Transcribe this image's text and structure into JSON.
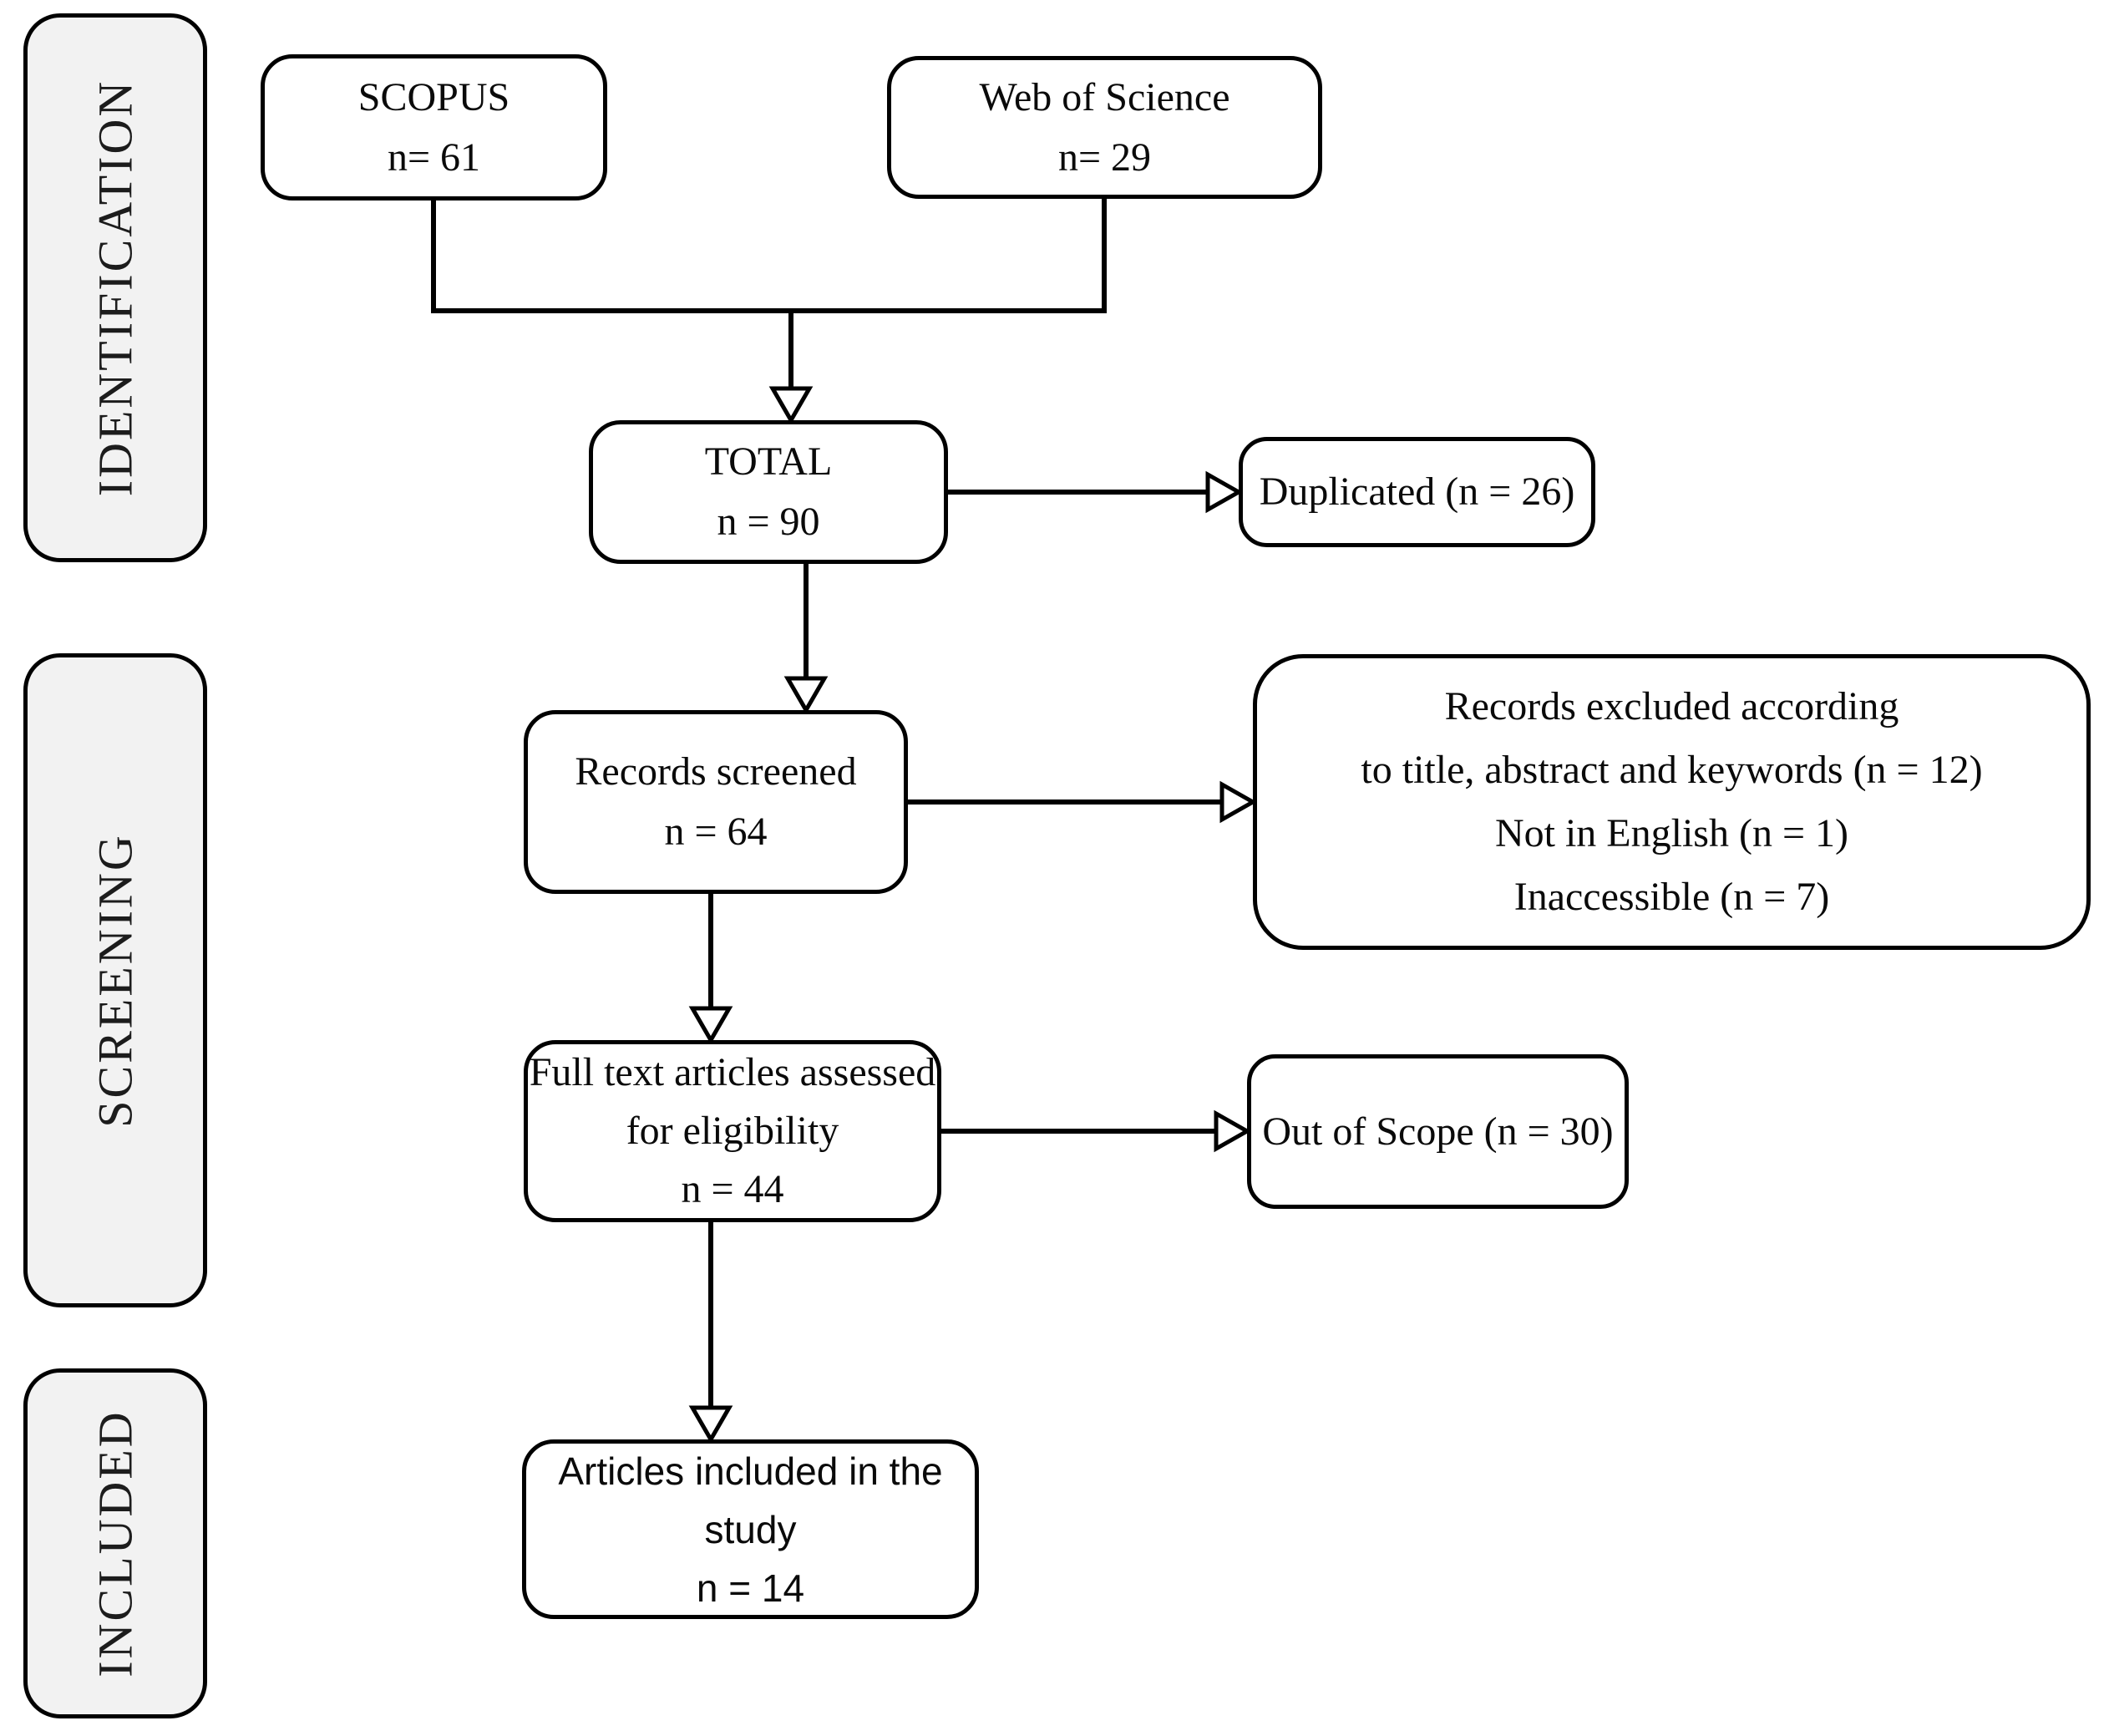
{
  "diagram": {
    "title_hint": "PRISMA-style literature selection flow diagram",
    "colors": {
      "background": "#ffffff",
      "stroke": "#000000",
      "section_fill": "#f2f2f2",
      "text": "#0a0a0a"
    },
    "sections": [
      {
        "id": "identification",
        "label": "IDENTIFICATION"
      },
      {
        "id": "screening",
        "label": "SCREENING"
      },
      {
        "id": "included",
        "label": "INCLUDED"
      }
    ],
    "boxes": {
      "scopus": {
        "lines": [
          "SCOPUS",
          "n= 61"
        ]
      },
      "wos": {
        "lines": [
          "Web of Science",
          "n= 29"
        ]
      },
      "total": {
        "lines": [
          "TOTAL",
          "n = 90"
        ]
      },
      "duplicated": {
        "lines": [
          "Duplicated (n = 26)"
        ]
      },
      "screened": {
        "lines": [
          "Records screened",
          "n = 64"
        ]
      },
      "excluded": {
        "lines": [
          "Records excluded according",
          "to title, abstract and keywords (n = 12)",
          "Not in English (n = 1)",
          "Inaccessible (n = 7)"
        ]
      },
      "fulltext": {
        "lines": [
          "Full text articles assessed",
          "for eligibility",
          "n = 44"
        ]
      },
      "outofscope": {
        "lines": [
          "Out of Scope (n = 30)"
        ]
      },
      "included": {
        "lines": [
          "Articles included in the",
          "study",
          "n = 14"
        ]
      }
    }
  }
}
